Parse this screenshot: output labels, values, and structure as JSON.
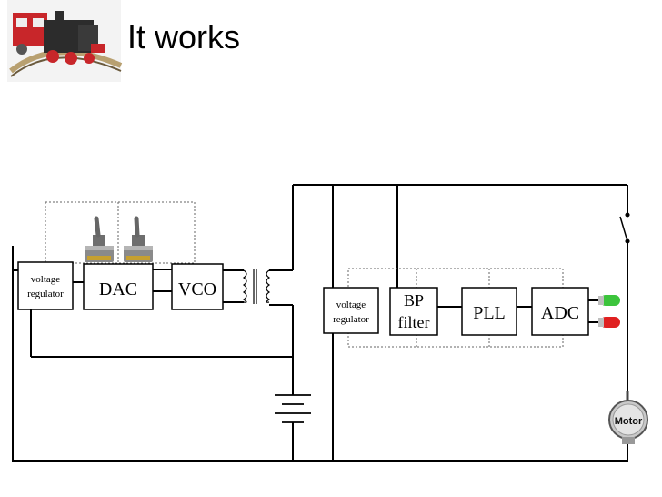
{
  "slide": {
    "title": "It works"
  },
  "diagram": {
    "blocks": {
      "vreg1": [
        "voltage",
        "regulator"
      ],
      "dac": "DAC",
      "vco": "VCO",
      "vreg2": [
        "voltage",
        "regulator"
      ],
      "bp_filter": [
        "BP",
        "filter"
      ],
      "pll": "PLL",
      "adc": "ADC",
      "motor": "Motor"
    },
    "led_colors": [
      "#3cc43c",
      "#e02020"
    ],
    "icons": [
      "train-logo-icon",
      "toggle-switch-icon",
      "transformer-icon",
      "battery-icon",
      "switch-icon",
      "led-icon",
      "motor-icon"
    ]
  }
}
